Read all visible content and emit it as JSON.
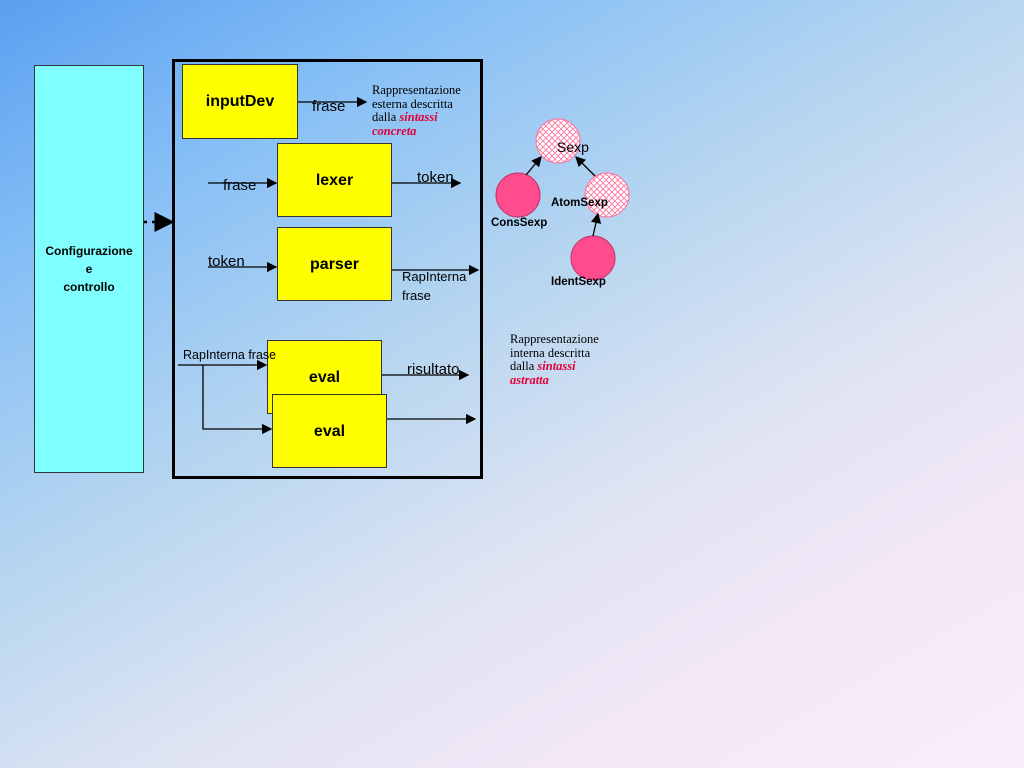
{
  "config_panel": {
    "line1": "Configurazione",
    "line2": "e",
    "line3": "controllo"
  },
  "modules": {
    "inputdev": "inputDev",
    "lexer": "lexer",
    "parser": "parser",
    "eval_1": "eval",
    "eval_2": "eval"
  },
  "labels": {
    "frase_out": "frase",
    "frase_in": "frase",
    "token_out": "token",
    "token_in": "token",
    "rapinterna_out_1": "RapInterna",
    "rapinterna_out_2": "frase",
    "rapinterna_frase_in": "RapInterna frase",
    "risultato": "risultato"
  },
  "note_concrete": {
    "l1": "Rappresentazione",
    "l2": "esterna descritta",
    "l3_plain": "dalla ",
    "l3_em": "sintassi",
    "l4_em": "concreta"
  },
  "note_abstract": {
    "l1": "Rappresentazione",
    "l2": "interna descritta",
    "l3_plain": "dalla ",
    "l3_em": "sintassi",
    "l4_em": "astratta"
  },
  "hierarchy": {
    "sexp": "Sexp",
    "atomsexp": "AtomSexp",
    "conssexp": "ConsSexp",
    "identsexp": "IdentSexp"
  },
  "colors": {
    "module_fill": "#ffff00",
    "config_fill": "#7fffff",
    "circle_fill": "#ff4c8c",
    "accent_red": "#e0003a"
  }
}
